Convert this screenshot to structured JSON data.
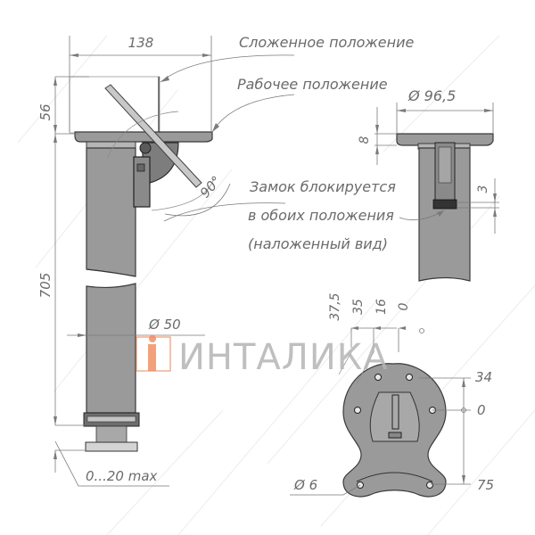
{
  "drawing": {
    "title": "Furniture folding leg with mounting plate — technical drawing",
    "accent_color": "#f08a5d",
    "line_color": "#7a7a7a",
    "part_fill": "#9a9a9a"
  },
  "side_view": {
    "dim_width_top": "138",
    "dim_height_top": "56",
    "dim_height_leg": "705",
    "dim_diameter_leg": "Ø 50",
    "dim_adjust": "0...20 max",
    "angle": "90°",
    "callout_folded": "Сложенное положение",
    "callout_working": "Рабочее положение",
    "callout_lock_line1": "Замок блокируется",
    "callout_lock_line2": "в обоих положения",
    "callout_lock_line3": "(наложенный вид)"
  },
  "front_view": {
    "dim_plate_diameter": "Ø 96,5",
    "dim_plate_thickness": "8",
    "dim_lock_gap": "3"
  },
  "plate_view": {
    "dims_horizontal": [
      "37,5",
      "35",
      "16",
      "0"
    ],
    "dims_vertical": [
      "34",
      "0",
      "75"
    ],
    "dim_hole": "Ø 6"
  },
  "watermark": {
    "brand": "ИНТАЛИКА",
    "logo_color": "#f08a5d"
  }
}
